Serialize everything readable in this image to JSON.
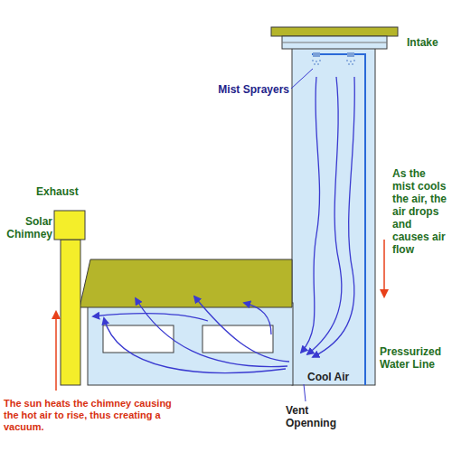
{
  "diagram": {
    "labels": [
      "Intake",
      "Mist Sprayers",
      "As the mist cools the air, the air drops and causes air flow",
      "Exhaust",
      "Solar Chimney",
      "Cool Air",
      "Vent Openning",
      "Pressurized Water Line",
      "The sun heats the chimney causing the hot air to rise, thus creating a vacuum."
    ]
  }
}
